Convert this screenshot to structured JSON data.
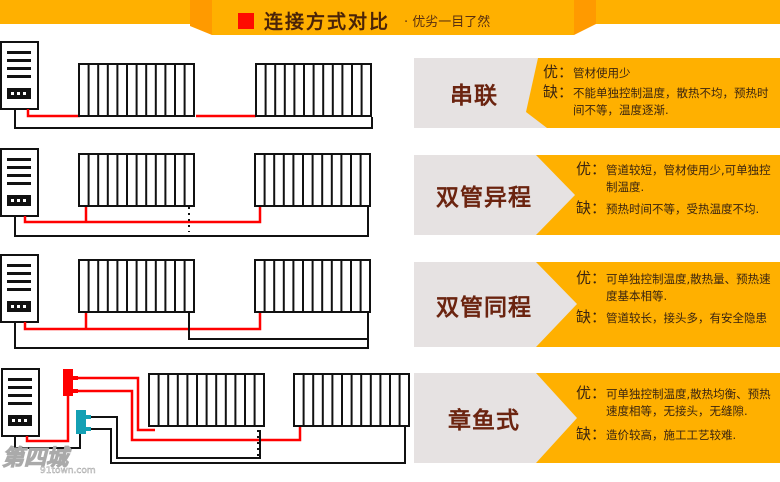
{
  "header": {
    "title": "连接方式对比",
    "subtitle": "· 优劣一目了然",
    "accent_color": "#ffb000",
    "square_color": "#ff0a00"
  },
  "methods": [
    {
      "name": "串联",
      "pros_label": "优：",
      "pros": "管材使用少",
      "cons_label": "缺：",
      "cons": "不能单独控制温度，散热不均，预热时间不等，温度逐渐."
    },
    {
      "name": "双管异程",
      "pros_label": "优：",
      "pros": "管道较短，管材使用少,可单独控制温度.",
      "cons_label": "缺：",
      "cons": "预热时间不等，受热温度不均."
    },
    {
      "name": "双管同程",
      "pros_label": "优：",
      "pros": "可单独控制温度,散热量、预热速度基本相等.",
      "cons_label": "缺：",
      "cons": "管道较长，接头多，有安全隐患"
    },
    {
      "name": "章鱼式",
      "pros_label": "优：",
      "pros": "可单独控制温度,散热均衡、预热速度相等，无接头，无缝隙.",
      "cons_label": "缺：",
      "cons": "造价较高，施工工艺较难."
    }
  ],
  "colors": {
    "card_gray": "#e6e2e2",
    "card_orange": "#ffb000",
    "name_color": "#6b2410",
    "hot_pipe": "#ff0000",
    "return_pipe": "#111111",
    "manifold_teal": "#14a0b4"
  },
  "watermark": {
    "text": "第四城",
    "url": "91town.com"
  }
}
